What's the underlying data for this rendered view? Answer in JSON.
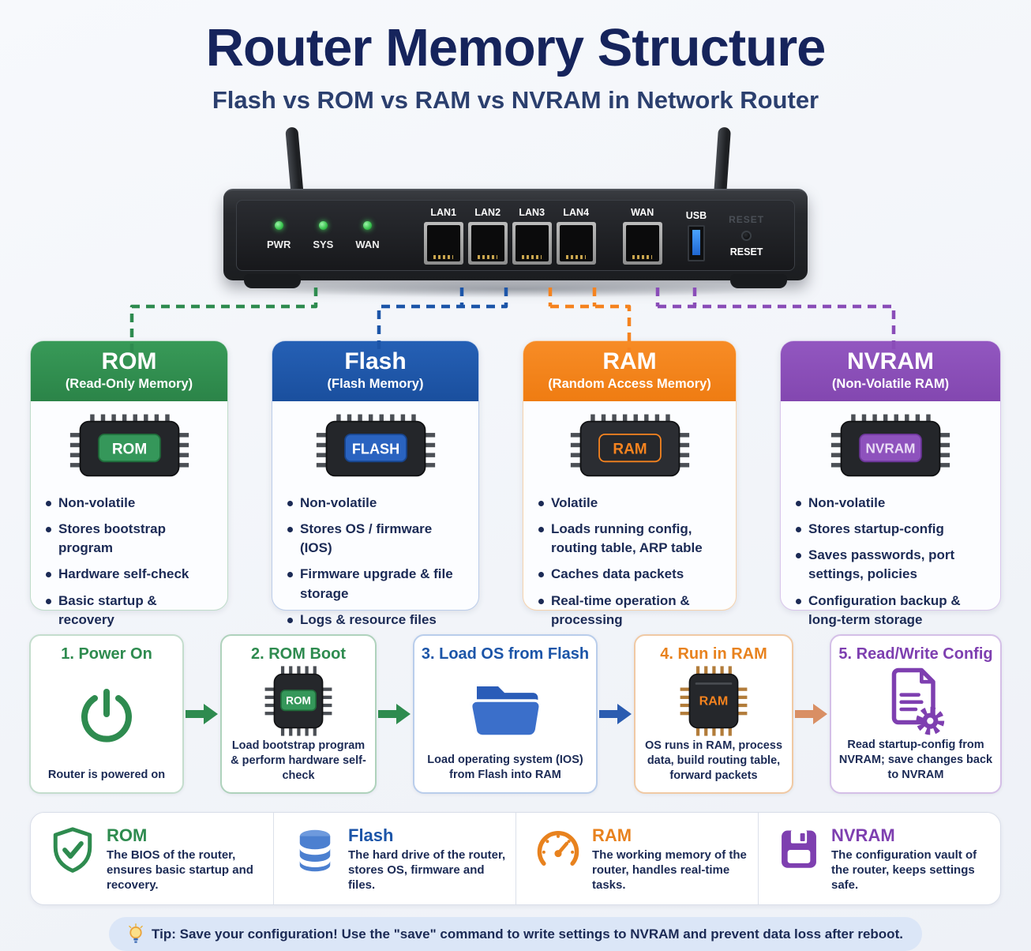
{
  "title": "Router Memory Structure",
  "subtitle": "Flash vs ROM vs RAM vs NVRAM in Network Router",
  "router": {
    "leds": [
      "PWR",
      "SYS",
      "WAN"
    ],
    "ports": [
      "LAN1",
      "LAN2",
      "LAN3",
      "LAN4",
      "WAN"
    ],
    "usb_label": "USB",
    "reset_ghost": "RESET",
    "reset_label": "RESET"
  },
  "colors": {
    "rom_green": "#2E8B4F",
    "flash_blue": "#1C55A8",
    "ram_orange": "#F5831F",
    "nvram_purple": "#8A4DB8",
    "text_navy": "#1B2A55"
  },
  "memory_cards": [
    {
      "name": "ROM",
      "subtitle": "(Read-Only Memory)",
      "chip_label": "ROM",
      "bullets": [
        "Non-volatile",
        "Stores bootstrap program",
        "Hardware self-check",
        "Basic startup & recovery"
      ]
    },
    {
      "name": "Flash",
      "subtitle": "(Flash Memory)",
      "chip_label": "FLASH",
      "bullets": [
        "Non-volatile",
        "Stores OS / firmware (IOS)",
        "Firmware upgrade & file storage",
        "Logs & resource files"
      ]
    },
    {
      "name": "RAM",
      "subtitle": "(Random Access Memory)",
      "chip_label": "RAM",
      "bullets": [
        "Volatile",
        "Loads running config, routing table, ARP table",
        "Caches data packets",
        "Real-time operation & processing"
      ]
    },
    {
      "name": "NVRAM",
      "subtitle": "(Non-Volatile RAM)",
      "chip_label": "NVRAM",
      "bullets": [
        "Non-volatile",
        "Stores startup-config",
        "Saves passwords, port settings, policies",
        "Configuration backup & long-term storage"
      ]
    }
  ],
  "boot_steps": [
    {
      "title": "1. Power On",
      "caption": "Router is powered on",
      "icon": "power-icon"
    },
    {
      "title": "2. ROM Boot",
      "caption": "Load bootstrap program & perform hardware self-check",
      "icon": "rom-chip-icon",
      "chip_label": "ROM"
    },
    {
      "title": "3. Load OS from Flash",
      "caption": "Load operating system (IOS) from Flash into RAM",
      "icon": "folder-icon"
    },
    {
      "title": "4. Run in RAM",
      "caption": "OS runs in RAM, process data, build routing table, forward packets",
      "icon": "ram-chip-icon",
      "chip_label": "RAM"
    },
    {
      "title": "5. Read/Write Config",
      "caption": "Read startup-config from NVRAM; save changes back to NVRAM",
      "icon": "config-doc-gear-icon"
    }
  ],
  "summary": [
    {
      "name": "ROM",
      "description": "The BIOS of the router, ensures basic startup and recovery.",
      "icon": "shield-check-icon"
    },
    {
      "name": "Flash",
      "description": "The hard drive of the router, stores OS, firmware and files.",
      "icon": "database-icon"
    },
    {
      "name": "RAM",
      "description": "The working memory of the router, handles real-time tasks.",
      "icon": "gauge-icon"
    },
    {
      "name": "NVRAM",
      "description": "The configuration vault of the router, keeps settings safe.",
      "icon": "floppy-disk-icon"
    }
  ],
  "tip": "Tip: Save your configuration! Use the \"save\" command to write settings to NVRAM and prevent data loss after reboot."
}
